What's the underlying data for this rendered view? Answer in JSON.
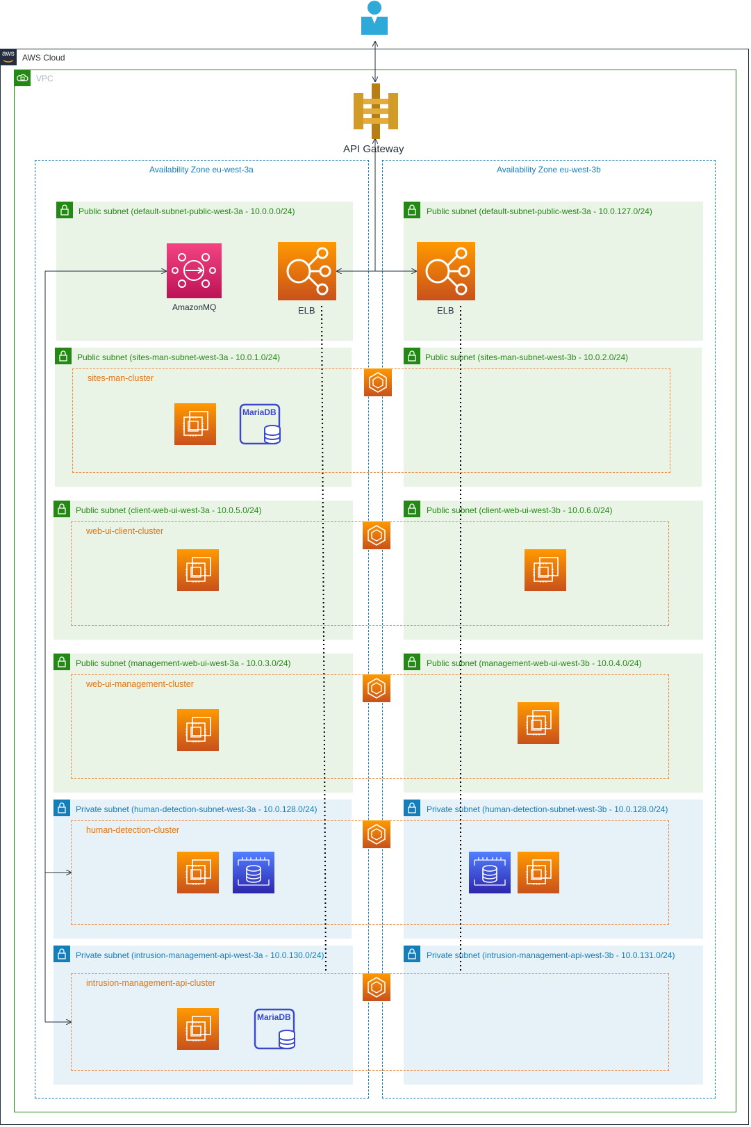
{
  "aws_cloud": {
    "label": "AWS Cloud",
    "logo_text": "aws"
  },
  "vpc": {
    "label": "VPC"
  },
  "api_gateway": {
    "label": "API Gateway"
  },
  "az": [
    {
      "label": "Availability Zone eu-west-3a"
    },
    {
      "label": "Availability Zone eu-west-3b"
    }
  ],
  "subnets": {
    "pub_default_a": "Public subnet (default-subnet-public-west-3a - 10.0.0.0/24)",
    "pub_default_b": "Public subnet (default-subnet-public-west-3a - 10.0.127.0/24)",
    "pub_sites_a": "Public subnet (sites-man-subnet-west-3a - 10.0.1.0/24)",
    "pub_sites_b": "Public subnet (sites-man-subnet-west-3b - 10.0.2.0/24)",
    "pub_client_a": "Public subnet (client-web-ui-west-3a - 10.0.5.0/24)",
    "pub_client_b": "Public subnet (client-web-ui-west-3b - 10.0.6.0/24)",
    "pub_mgmt_a": "Public subnet (management-web-ui-west-3a - 10.0.3.0/24)",
    "pub_mgmt_b": "Public subnet (management-web-ui-west-3b - 10.0.4.0/24)",
    "priv_human_a": "Private subnet (human-detection-subnet-west-3a - 10.0.128.0/24)",
    "priv_human_b": "Private subnet (human-detection-subnet-west-3b - 10.0.128.0/24)",
    "priv_intr_a": "Private subnet (intrusion-management-api-west-3a - 10.0.130.0/24)",
    "priv_intr_b": "Private subnet (intrusion-management-api-west-3b - 10.0.131.0/24)"
  },
  "clusters": {
    "sites": "sites-man-cluster",
    "client": "web-ui-client-cluster",
    "mgmt": "web-ui-management-cluster",
    "human": "human-detection-cluster",
    "intr": "intrusion-management-api-cluster"
  },
  "services": {
    "amazon_mq": "AmazonMQ",
    "elb": "ELB",
    "mariadb": "MariaDB"
  },
  "colors": {
    "public_subnet": "#e9f3e6",
    "private_subnet": "#e6f2f8",
    "public_badge": "#248814",
    "private_badge": "#147eba",
    "aws_orange": "#ed7100",
    "mq_pink": "#e7157b",
    "rds_blue": "#3b48cc",
    "user_icon": "#2fa9d8"
  }
}
